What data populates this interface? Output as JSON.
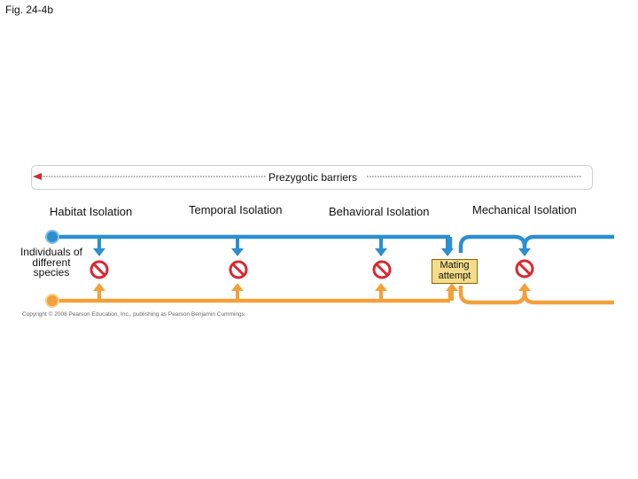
{
  "figure": {
    "label": "Fig. 24-4b"
  },
  "barrier_bar": {
    "title": "Prezygotic barriers"
  },
  "headers": {
    "habitat": "Habitat Isolation",
    "temporal": "Temporal Isolation",
    "behavioral": "Behavioral Isolation",
    "mechanical": "Mechanical Isolation"
  },
  "legend": {
    "species": "Individuals of different species"
  },
  "callout": {
    "mating": "Mating attempt"
  },
  "footer": {
    "copyright": "Copyright © 2008 Pearson Education, Inc., publishing as Pearson Benjamin Cummings"
  },
  "colors": {
    "blue": "#2b8fd0",
    "orange": "#f3a03a",
    "blocked": "#d9282f",
    "callout": "#f4dc8a"
  },
  "icons": {
    "blocked": "prohibition-icon",
    "arrow": "left-arrow-icon"
  }
}
